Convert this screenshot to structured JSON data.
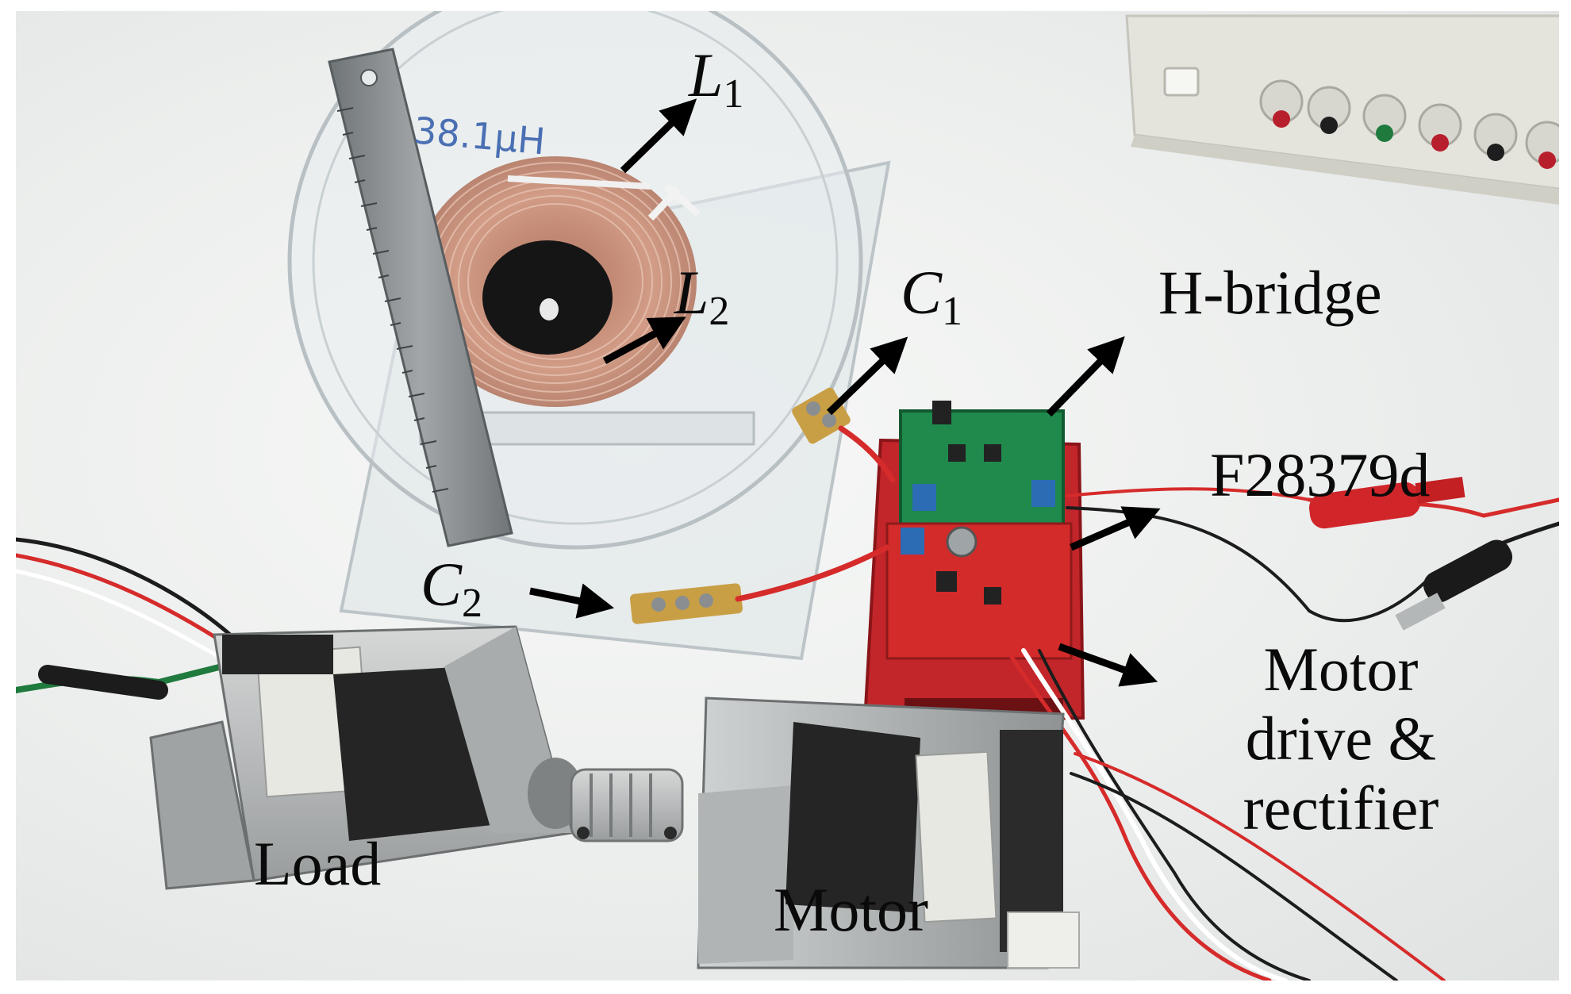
{
  "image": {
    "subject": "wireless power transfer motor drive experimental setup photo",
    "colors": {
      "background": "#ffffff",
      "table": "#eceeed",
      "coil_copper": "#c9917a",
      "pcb_green": "#1f8a4c",
      "pcb_red": "#d32a2a",
      "ruler_steel": "#8d9193",
      "motor_metal": "#b8bbbb",
      "label_text": "#0a0a0a"
    }
  },
  "labels": {
    "L1": {
      "symbol": "L",
      "subscript": "1"
    },
    "L2": {
      "symbol": "L",
      "subscript": "2"
    },
    "C1": {
      "symbol": "C",
      "subscript": "1"
    },
    "C2": {
      "symbol": "C",
      "subscript": "2"
    },
    "h_bridge": "H-bridge",
    "controller": "F28379d",
    "motor_drive_lines": [
      "Motor",
      "drive &",
      "rectifier"
    ],
    "load": "Load",
    "motor": "Motor"
  },
  "handwriting_on_coil_holder": "38.1µH"
}
